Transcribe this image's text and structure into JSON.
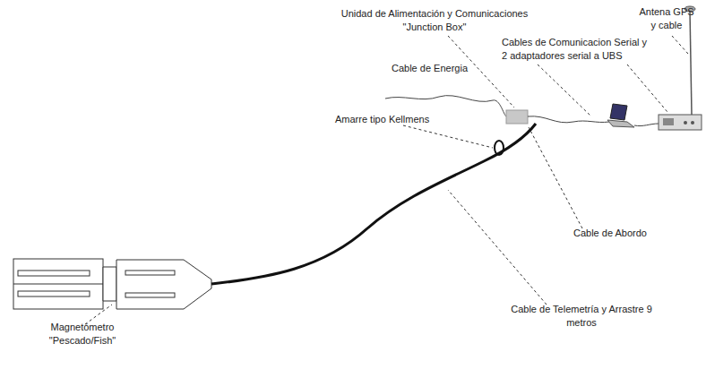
{
  "diagram": {
    "labels": [
      "Antena GPS y cable",
      "Unidad de Alimentación y Comunicaciones \"Junction Box\"",
      "Cables de Comunicacion Serial y 2 adaptadores serial a UBS",
      "Cable de Energia",
      "Amarre tipo Kellmens",
      "Cable de Abordo",
      "Cable de Telemetría y Arrastre 9 metros",
      "Magnetómetro \"Pescado/Fish\""
    ]
  }
}
